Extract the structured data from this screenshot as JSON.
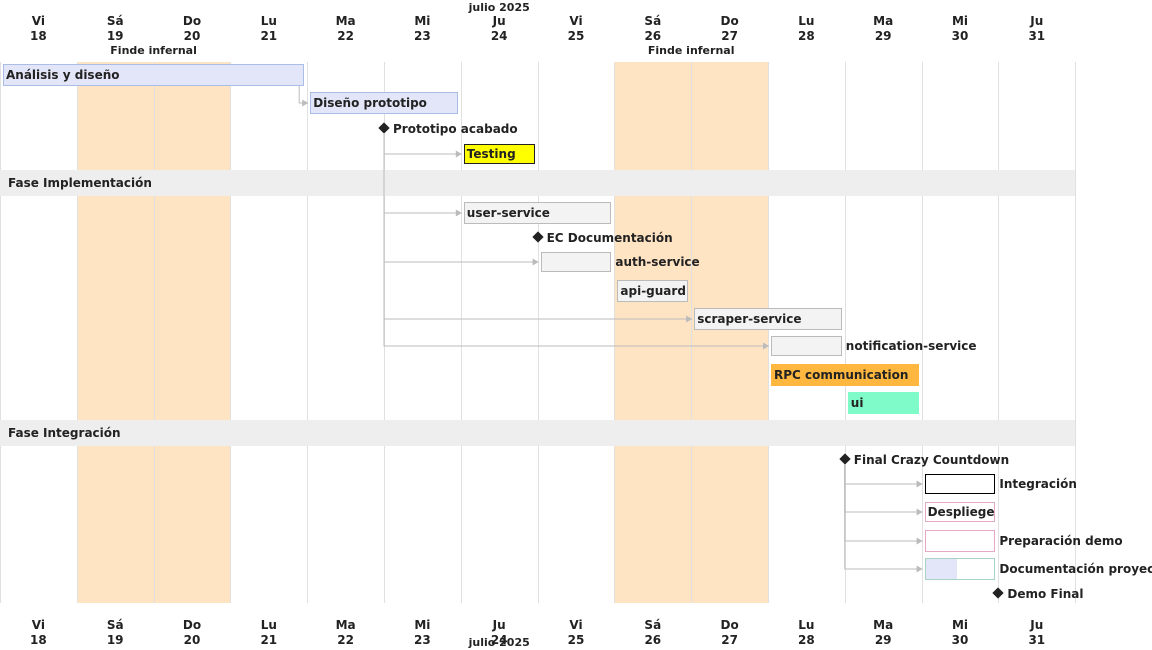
{
  "header": {
    "month": "julio 2025",
    "days": [
      {
        "dow": "Vi",
        "num": "18"
      },
      {
        "dow": "Sá",
        "num": "19"
      },
      {
        "dow": "Do",
        "num": "20"
      },
      {
        "dow": "Lu",
        "num": "21"
      },
      {
        "dow": "Ma",
        "num": "22"
      },
      {
        "dow": "Mi",
        "num": "23"
      },
      {
        "dow": "Ju",
        "num": "24"
      },
      {
        "dow": "Vi",
        "num": "25"
      },
      {
        "dow": "Sá",
        "num": "26"
      },
      {
        "dow": "Do",
        "num": "27"
      },
      {
        "dow": "Lu",
        "num": "28"
      },
      {
        "dow": "Ma",
        "num": "29"
      },
      {
        "dow": "Mi",
        "num": "30"
      },
      {
        "dow": "Ju",
        "num": "31"
      }
    ]
  },
  "closures": [
    {
      "label": "Finde infernal",
      "start": "2025-07-19",
      "end": "2025-07-20"
    },
    {
      "label": "Finde infernal",
      "start": "2025-07-26",
      "end": "2025-07-27"
    }
  ],
  "separators": [
    {
      "label": "Fase Implementación"
    },
    {
      "label": "Fase Integración"
    }
  ],
  "rows": [
    {
      "type": "task",
      "label": "Análisis y diseño",
      "start": "2025-07-18",
      "end": "2025-07-21",
      "fill": "#e3e6f8",
      "border": "#a9bde6",
      "label_inside": true
    },
    {
      "type": "task",
      "label": "Diseño prototipo",
      "start": "2025-07-22",
      "end": "2025-07-23",
      "fill": "#e3e6f8",
      "border": "#a9bde6",
      "label_inside": true
    },
    {
      "type": "milestone",
      "label": "Prototipo acabado",
      "date": "2025-07-23"
    },
    {
      "type": "task",
      "label": "Testing",
      "start": "2025-07-24",
      "end": "2025-07-24",
      "fill": "#ffff00",
      "border": "#222222",
      "label_inside": true
    },
    {
      "type": "separator",
      "index": 0
    },
    {
      "type": "task",
      "label": "user-service",
      "start": "2025-07-24",
      "end": "2025-07-25",
      "fill": "#f3f3f3",
      "border": "#bbbbbb",
      "label_inside": true
    },
    {
      "type": "milestone",
      "label": "EC Documentación",
      "date": "2025-07-25"
    },
    {
      "type": "task",
      "label": "auth-service",
      "start": "2025-07-25",
      "end": "2025-07-25",
      "fill": "#f3f3f3",
      "border": "#bbbbbb",
      "label_inside": false
    },
    {
      "type": "task",
      "label": "api-guard",
      "start": "2025-07-26",
      "end": "2025-07-26",
      "fill": "#f3f3f3",
      "border": "#bbbbbb",
      "label_inside": true
    },
    {
      "type": "task",
      "label": "scraper-service",
      "start": "2025-07-27",
      "end": "2025-07-28",
      "fill": "#f3f3f3",
      "border": "#bbbbbb",
      "label_inside": true
    },
    {
      "type": "task",
      "label": "notification-service",
      "start": "2025-07-28",
      "end": "2025-07-28",
      "fill": "#f3f3f3",
      "border": "#bbbbbb",
      "label_inside": false
    },
    {
      "type": "task",
      "label": "RPC communication",
      "start": "2025-07-28",
      "end": "2025-07-29",
      "fill": "#ffb73f",
      "border": "#ffb73f",
      "label_inside": true
    },
    {
      "type": "task",
      "label": "ui",
      "start": "2025-07-29",
      "end": "2025-07-29",
      "fill": "#7ffac9",
      "border": "#7ffac9",
      "label_inside": true
    },
    {
      "type": "separator",
      "index": 1
    },
    {
      "type": "milestone",
      "label": "Final Crazy Countdown",
      "date": "2025-07-29"
    },
    {
      "type": "task",
      "label": "Integración",
      "start": "2025-07-30",
      "end": "2025-07-30",
      "fill": "#ffffff",
      "border": "#000000",
      "label_inside": false
    },
    {
      "type": "task",
      "label": "Despliege",
      "start": "2025-07-30",
      "end": "2025-07-30",
      "fill": "#ffffff",
      "border": "#e4a9c4",
      "label_inside": true
    },
    {
      "type": "task",
      "label": "Preparación demo",
      "start": "2025-07-30",
      "end": "2025-07-30",
      "fill": "#ffffff",
      "border": "#e4a9c4",
      "label_inside": false
    },
    {
      "type": "task",
      "label": "Documentación proyecto",
      "start": "2025-07-30",
      "end": "2025-07-30",
      "fill": "#ffffff",
      "border": "#a9d4c4",
      "progress": 0.45,
      "progress_fill": "#e3e6f8",
      "label_inside": false
    },
    {
      "type": "milestone",
      "label": "Demo Final",
      "date": "2025-07-31"
    }
  ],
  "dependencies": [
    {
      "from": "Análisis y diseño",
      "to": "Diseño prototipo"
    },
    {
      "from": "Prototipo acabado",
      "to": "Testing"
    },
    {
      "from": "Prototipo acabado",
      "to": "user-service"
    },
    {
      "from": "Prototipo acabado",
      "to": "auth-service"
    },
    {
      "from": "Prototipo acabado",
      "to": "scraper-service"
    },
    {
      "from": "Prototipo acabado",
      "to": "notification-service"
    },
    {
      "from": "Final Crazy Countdown",
      "to": "Integración"
    },
    {
      "from": "Final Crazy Countdown",
      "to": "Despliege"
    },
    {
      "from": "Final Crazy Countdown",
      "to": "Preparación demo"
    },
    {
      "from": "Final Crazy Countdown",
      "to": "Documentación proyecto"
    }
  ],
  "colors": {
    "closed": "#ffe4c4",
    "separator": "#eeeeee",
    "grid": "#e0e0e0",
    "arrow": "#bbbbbb",
    "milestone": "#222222"
  }
}
